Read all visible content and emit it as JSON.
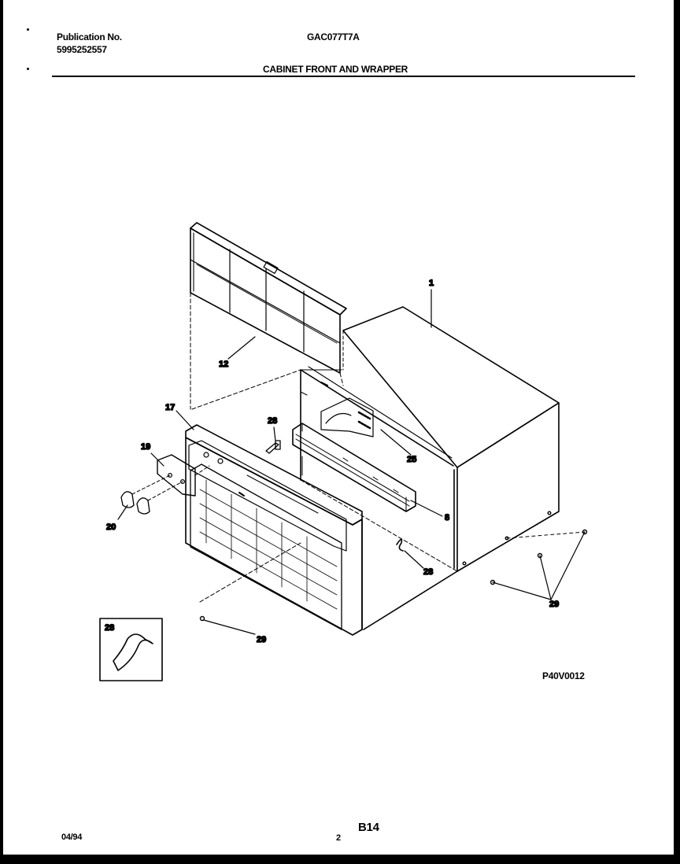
{
  "header": {
    "publication_label": "Publication No.",
    "publication_number": "5995252557",
    "model_number": "GAC077T7A",
    "section_title": "CABINET FRONT AND WRAPPER"
  },
  "callouts": {
    "c1": "1",
    "c12": "12",
    "c17": "17",
    "c28a": "28",
    "c19": "19",
    "c25": "25",
    "c20": "20",
    "c8": "8",
    "c28b": "28",
    "c29a": "29",
    "c29b": "29",
    "c28inset": "28"
  },
  "footer": {
    "drawing_code": "P40V0012",
    "date": "04/94",
    "page_number": "2",
    "page_code": "B14"
  }
}
